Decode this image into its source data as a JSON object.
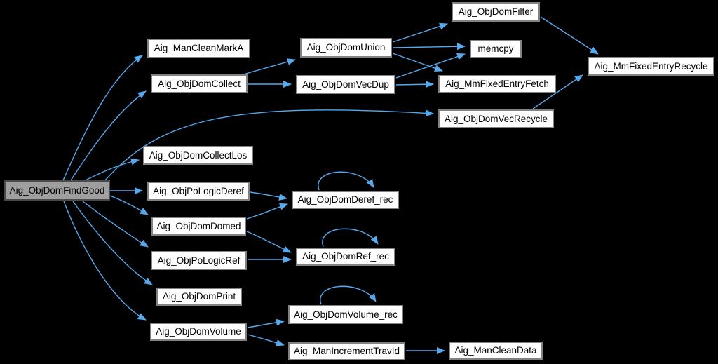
{
  "diagram": {
    "kind": "doxygen-call-graph",
    "background_color": "#000000",
    "edge_color": "#55a9ec",
    "node_fill": "#ffffff",
    "node_border": "#828282",
    "root_node_fill": "#9f9f9f",
    "root_node_border": "#4a4a4a"
  },
  "nodes": [
    {
      "id": "findgood",
      "label": "Aig_ObjDomFindGood",
      "root": true
    },
    {
      "id": "cleanmarka",
      "label": "Aig_ManCleanMarkA",
      "root": false
    },
    {
      "id": "collect",
      "label": "Aig_ObjDomCollect",
      "root": false
    },
    {
      "id": "collectlos",
      "label": "Aig_ObjDomCollectLos",
      "root": false
    },
    {
      "id": "pologicderef",
      "label": "Aig_ObjPoLogicDeref",
      "root": false
    },
    {
      "id": "domed",
      "label": "Aig_ObjDomDomed",
      "root": false
    },
    {
      "id": "pologicref",
      "label": "Aig_ObjPoLogicRef",
      "root": false
    },
    {
      "id": "print",
      "label": "Aig_ObjDomPrint",
      "root": false
    },
    {
      "id": "volume",
      "label": "Aig_ObjDomVolume",
      "root": false
    },
    {
      "id": "union",
      "label": "Aig_ObjDomUnion",
      "root": false
    },
    {
      "id": "vecdup",
      "label": "Aig_ObjDomVecDup",
      "root": false
    },
    {
      "id": "deref_rec",
      "label": "Aig_ObjDomDeref_rec",
      "root": false
    },
    {
      "id": "ref_rec",
      "label": "Aig_ObjDomRef_rec",
      "root": false
    },
    {
      "id": "volume_rec",
      "label": "Aig_ObjDomVolume_rec",
      "root": false
    },
    {
      "id": "inctravid",
      "label": "Aig_ManIncrementTravId",
      "root": false
    },
    {
      "id": "filter",
      "label": "Aig_ObjDomFilter",
      "root": false
    },
    {
      "id": "memcpy",
      "label": "memcpy",
      "root": false
    },
    {
      "id": "fetch",
      "label": "Aig_MmFixedEntryFetch",
      "root": false
    },
    {
      "id": "vecrecycle",
      "label": "Aig_ObjDomVecRecycle",
      "root": false
    },
    {
      "id": "cleandata",
      "label": "Aig_ManCleanData",
      "root": false
    },
    {
      "id": "recycle",
      "label": "Aig_MmFixedEntryRecycle",
      "root": false
    }
  ],
  "edges": [
    {
      "from": "Aig_ObjDomFindGood",
      "to": "Aig_ManCleanMarkA"
    },
    {
      "from": "Aig_ObjDomFindGood",
      "to": "Aig_ObjDomCollect"
    },
    {
      "from": "Aig_ObjDomFindGood",
      "to": "Aig_ObjDomVecRecycle"
    },
    {
      "from": "Aig_ObjDomFindGood",
      "to": "Aig_ObjDomCollectLos"
    },
    {
      "from": "Aig_ObjDomFindGood",
      "to": "Aig_ObjPoLogicDeref"
    },
    {
      "from": "Aig_ObjDomFindGood",
      "to": "Aig_ObjDomDomed"
    },
    {
      "from": "Aig_ObjDomFindGood",
      "to": "Aig_ObjPoLogicRef"
    },
    {
      "from": "Aig_ObjDomFindGood",
      "to": "Aig_ObjDomPrint"
    },
    {
      "from": "Aig_ObjDomFindGood",
      "to": "Aig_ObjDomVolume"
    },
    {
      "from": "Aig_ObjDomCollect",
      "to": "Aig_ObjDomUnion"
    },
    {
      "from": "Aig_ObjDomCollect",
      "to": "Aig_ObjDomVecDup"
    },
    {
      "from": "Aig_ObjDomUnion",
      "to": "Aig_ObjDomFilter"
    },
    {
      "from": "Aig_ObjDomUnion",
      "to": "memcpy"
    },
    {
      "from": "Aig_ObjDomUnion",
      "to": "Aig_MmFixedEntryFetch"
    },
    {
      "from": "Aig_ObjDomVecDup",
      "to": "memcpy"
    },
    {
      "from": "Aig_ObjDomVecDup",
      "to": "Aig_MmFixedEntryFetch"
    },
    {
      "from": "Aig_ObjDomFilter",
      "to": "Aig_MmFixedEntryRecycle"
    },
    {
      "from": "Aig_ObjDomVecRecycle",
      "to": "Aig_MmFixedEntryRecycle"
    },
    {
      "from": "Aig_ObjPoLogicDeref",
      "to": "Aig_ObjDomDeref_rec"
    },
    {
      "from": "Aig_ObjDomDomed",
      "to": "Aig_ObjDomDeref_rec"
    },
    {
      "from": "Aig_ObjDomDomed",
      "to": "Aig_ObjDomRef_rec"
    },
    {
      "from": "Aig_ObjPoLogicRef",
      "to": "Aig_ObjDomRef_rec"
    },
    {
      "from": "Aig_ObjDomVolume",
      "to": "Aig_ObjDomVolume_rec"
    },
    {
      "from": "Aig_ObjDomVolume",
      "to": "Aig_ManIncrementTravId"
    },
    {
      "from": "Aig_ManIncrementTravId",
      "to": "Aig_ManCleanData"
    },
    {
      "from": "Aig_ObjDomDeref_rec",
      "to": "Aig_ObjDomDeref_rec"
    },
    {
      "from": "Aig_ObjDomRef_rec",
      "to": "Aig_ObjDomRef_rec"
    },
    {
      "from": "Aig_ObjDomVolume_rec",
      "to": "Aig_ObjDomVolume_rec"
    }
  ]
}
